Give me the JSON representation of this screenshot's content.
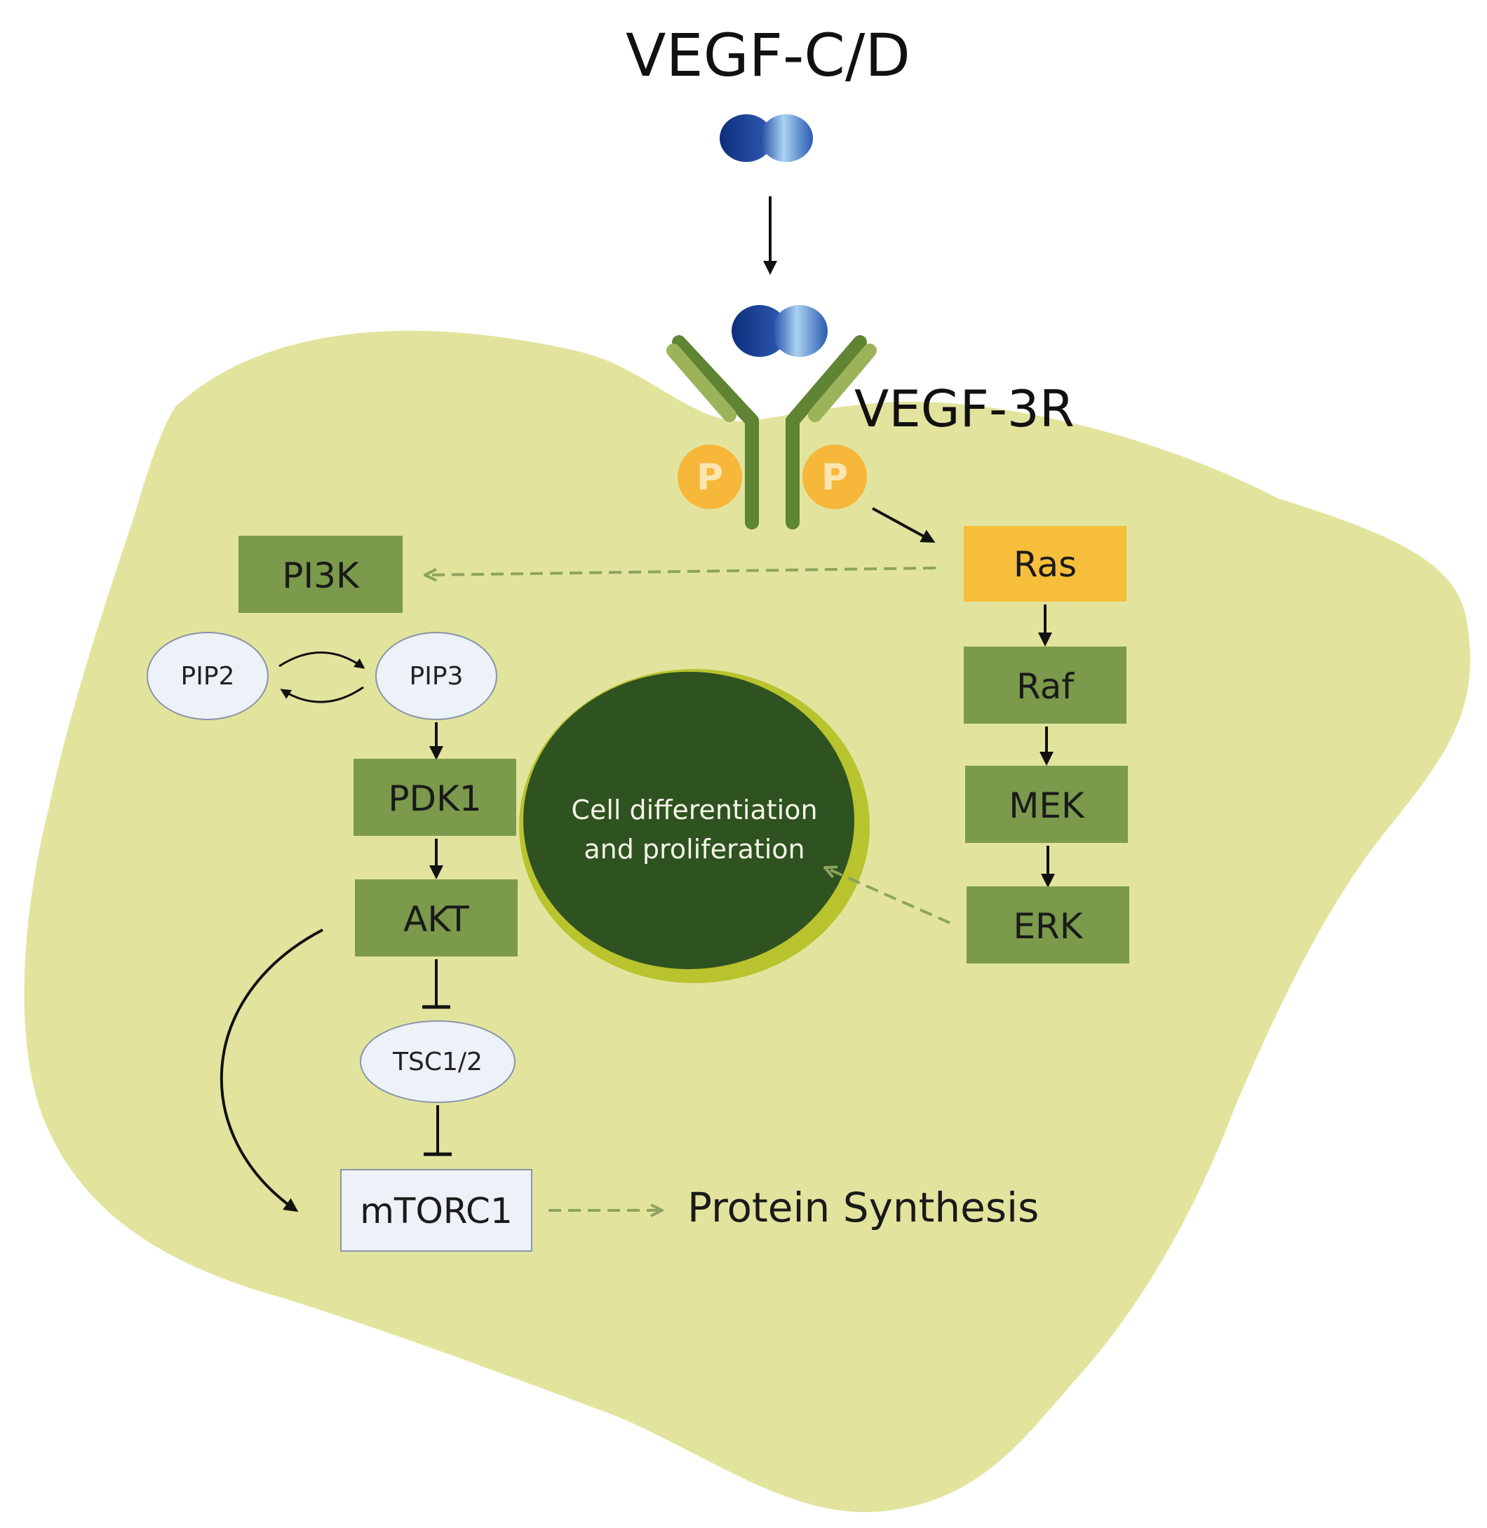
{
  "colors": {
    "cell_fill": "#e2e49e",
    "box_green": "#7b9a4c",
    "ras_orange": "#f7be3c",
    "phospho_orange": "#f7b73a",
    "nucleus_fill": "#2e5220",
    "nucleus_rim": "#b9c32e",
    "receptor_dark": "#5f8434",
    "receptor_light": "#9cb35a",
    "ellipse_fill": "#edf1f8",
    "ligand_dark": "#1b3f95",
    "ligand_light": "#a9d2f2",
    "arrow": "#111111",
    "dashed_arrow": "#8ea45e"
  },
  "ligand": {
    "label": "VEGF-C/D"
  },
  "receptor": {
    "label": "VEGF-3R",
    "phospho_label": "P"
  },
  "pi3k_pathway": {
    "pi3k": "PI3K",
    "pip2": "PIP2",
    "pip3": "PIP3",
    "pdk1": "PDK1",
    "akt": "AKT",
    "tsc": "TSC1/2",
    "mtorc1": "mTORC1"
  },
  "mapk_pathway": {
    "ras": "Ras",
    "raf": "Raf",
    "mek": "MEK",
    "erk": "ERK"
  },
  "nucleus": {
    "line1": "Cell differentiation",
    "line2": "and proliferation"
  },
  "output": {
    "label": "Protein Synthesis"
  }
}
